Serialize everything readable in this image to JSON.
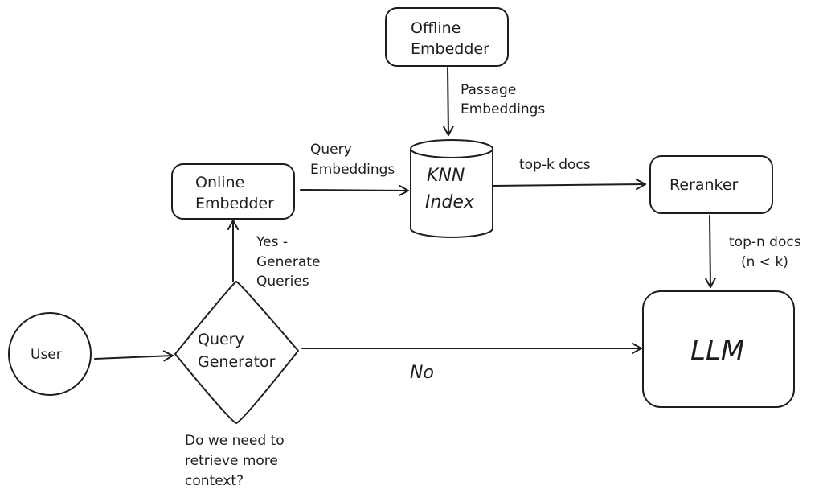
{
  "nodes": {
    "offline_embedder": [
      "Offline",
      "Embedder"
    ],
    "knn_index": [
      "KNN",
      "Index"
    ],
    "online_embedder": [
      "Online",
      "Embedder"
    ],
    "reranker": "Reranker",
    "user": "User",
    "query_generator": [
      "Query",
      "Generator"
    ],
    "llm": "LLM"
  },
  "edges": {
    "passage_embeddings": [
      "Passage",
      "Embeddings"
    ],
    "query_embeddings": [
      "Query",
      "Embeddings"
    ],
    "topk_docs": "top-k docs",
    "topn_docs": [
      "top-n docs",
      "(n < k)"
    ],
    "yes_generate": [
      "Yes -",
      "Generate",
      "Queries"
    ],
    "no": "No"
  },
  "notes": {
    "decision_question": [
      "Do we need to",
      "retrieve more",
      "context?"
    ]
  }
}
